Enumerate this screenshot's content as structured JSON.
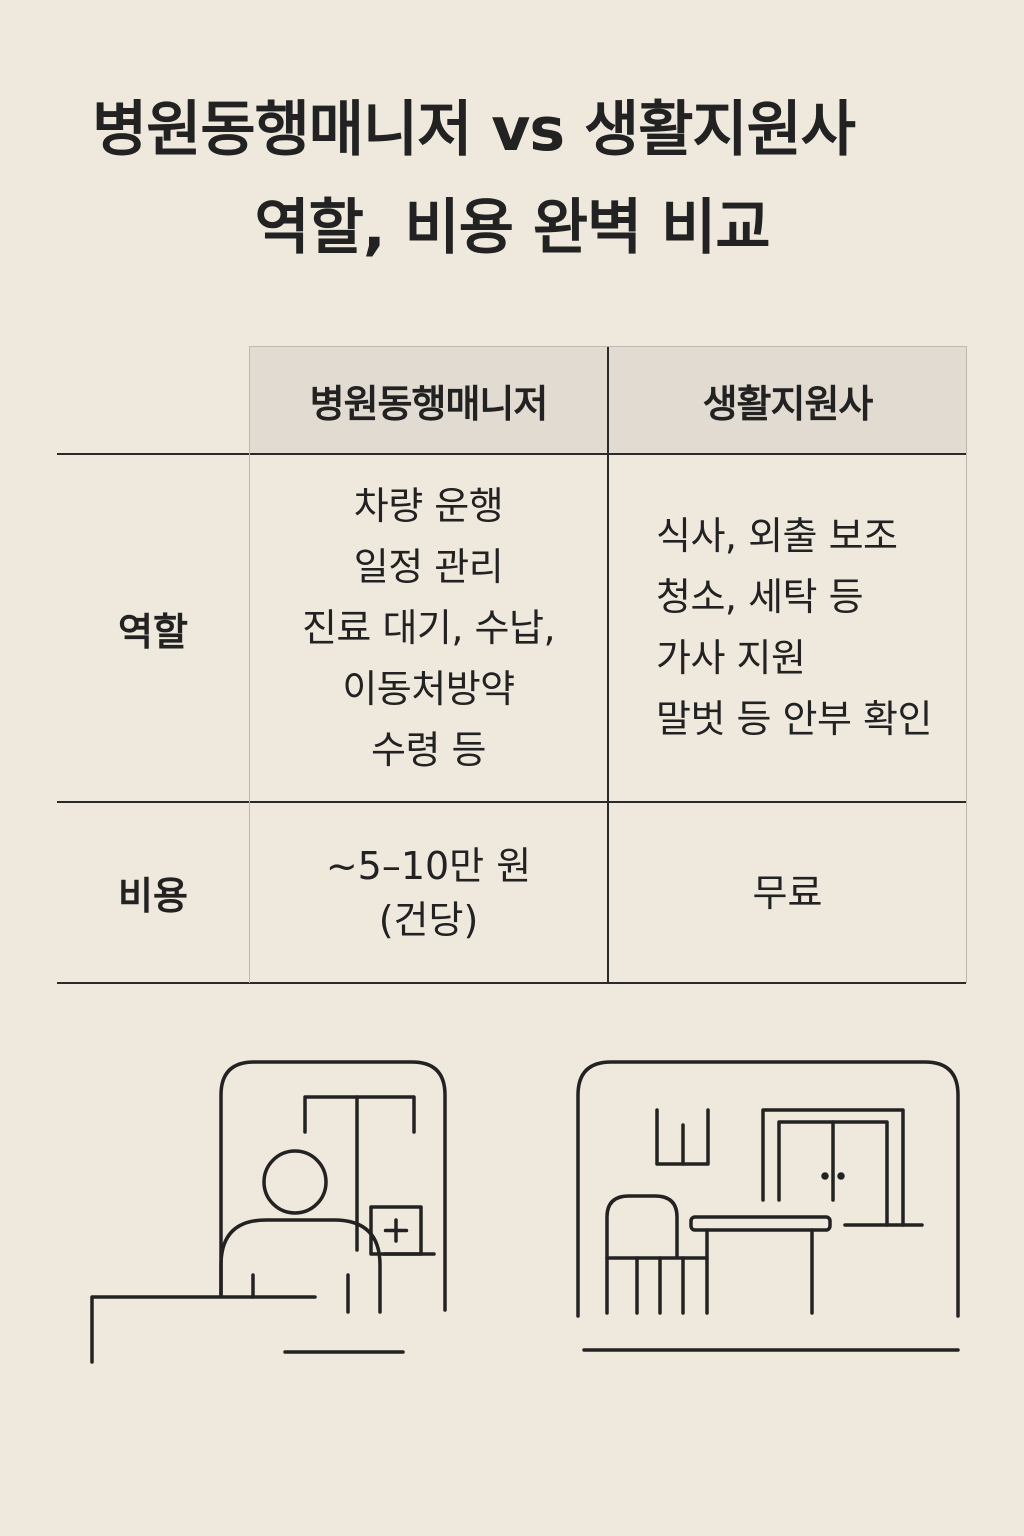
{
  "title": {
    "line1": "병원동행매니저 vs 생활지원사",
    "line2": "역할, 비용 완벽 비교"
  },
  "table": {
    "col_headers": [
      "병원동행매니저",
      "생활지원사"
    ],
    "rows": [
      {
        "label": "역할",
        "hospital": [
          "차량 운행",
          "일정 관리",
          "진료 대기, 수납,",
          "이동처방약",
          "수령 등"
        ],
        "support": [
          "식사, 외출 보조",
          "청소, 세탁 등",
          "가사 지원",
          "말벗 등 안부 확인"
        ]
      },
      {
        "label": "비용",
        "hospital": [
          "~5–10만 원",
          "(건당)"
        ],
        "support": [
          "무료"
        ]
      }
    ]
  },
  "illustrations": {
    "left_icon": "hospital-companion-icon",
    "right_icon": "home-living-support-icon",
    "stroke_color": "#222222"
  }
}
